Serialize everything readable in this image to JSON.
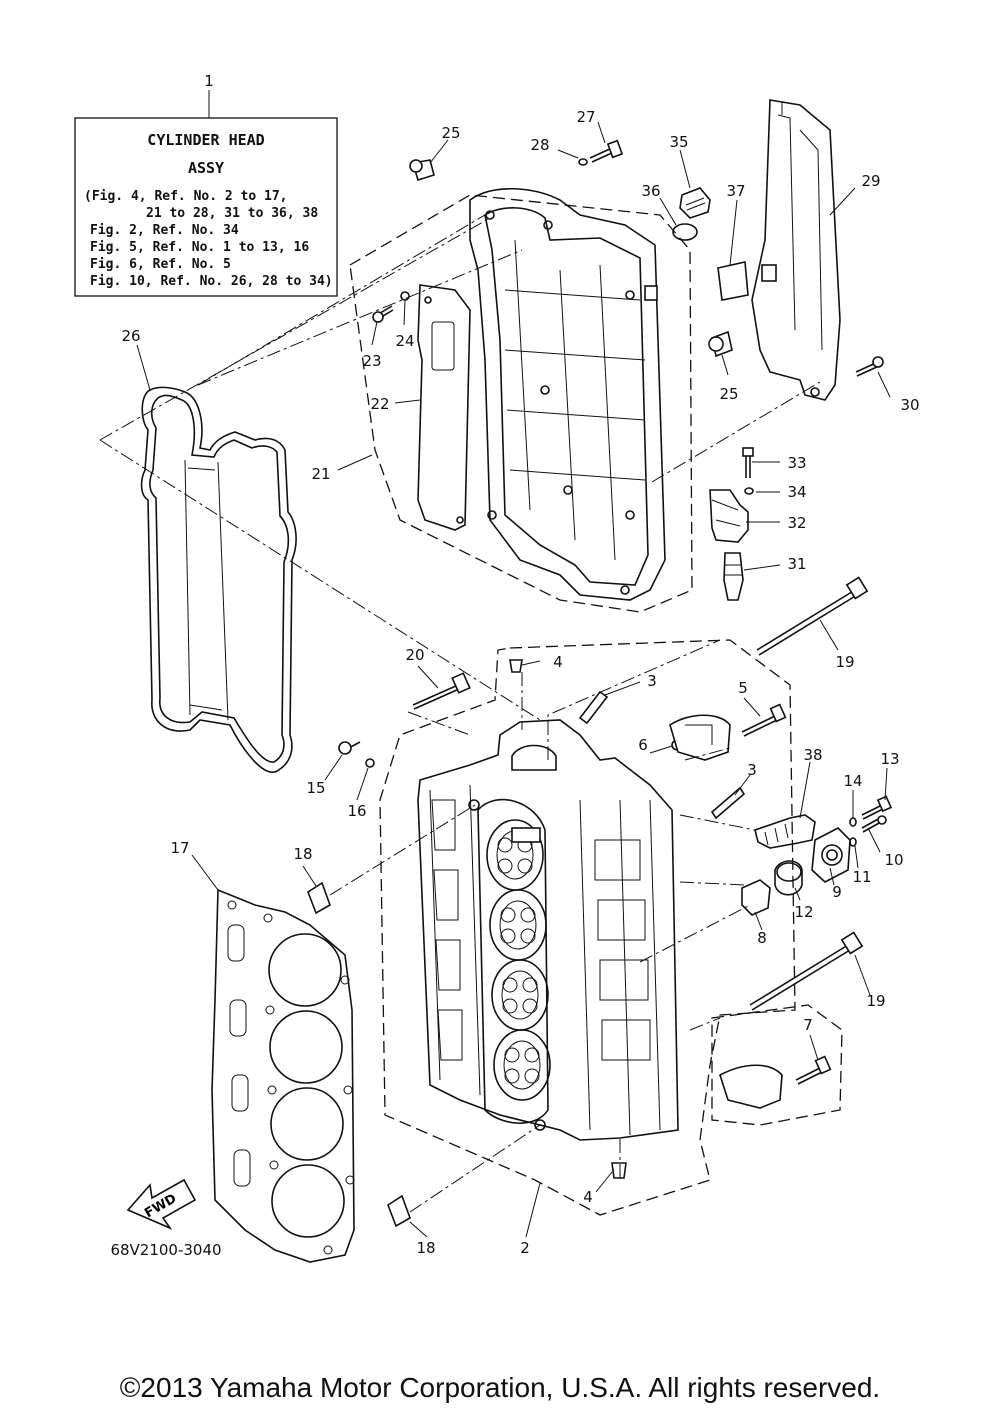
{
  "assy_box": {
    "number": "1",
    "title_line1": "CYLINDER HEAD",
    "title_line2": "ASSY",
    "lines": [
      "(Fig. 4, Ref. No. 2 to 17,",
      "21 to 28, 31 to 36, 38",
      "Fig. 2, Ref. No. 34",
      "Fig. 5, Ref. No. 1 to 13, 16",
      "Fig. 6, Ref. No. 5",
      "Fig. 10, Ref. No. 26, 28 to 34)"
    ]
  },
  "callouts": [
    {
      "id": "c27",
      "label": "27"
    },
    {
      "id": "c28",
      "label": "28"
    },
    {
      "id": "c25a",
      "label": "25"
    },
    {
      "id": "c35",
      "label": "35"
    },
    {
      "id": "c36",
      "label": "36"
    },
    {
      "id": "c37",
      "label": "37"
    },
    {
      "id": "c29",
      "label": "29"
    },
    {
      "id": "c26",
      "label": "26"
    },
    {
      "id": "c24",
      "label": "24"
    },
    {
      "id": "c23",
      "label": "23"
    },
    {
      "id": "c22",
      "label": "22"
    },
    {
      "id": "c21",
      "label": "21"
    },
    {
      "id": "c25b",
      "label": "25"
    },
    {
      "id": "c30",
      "label": "30"
    },
    {
      "id": "c33",
      "label": "33"
    },
    {
      "id": "c34",
      "label": "34"
    },
    {
      "id": "c32",
      "label": "32"
    },
    {
      "id": "c31",
      "label": "31"
    },
    {
      "id": "c19a",
      "label": "19"
    },
    {
      "id": "c20",
      "label": "20"
    },
    {
      "id": "c4a",
      "label": "4"
    },
    {
      "id": "c3a",
      "label": "3"
    },
    {
      "id": "c5",
      "label": "5"
    },
    {
      "id": "c6",
      "label": "6"
    },
    {
      "id": "c3b",
      "label": "3"
    },
    {
      "id": "c38",
      "label": "38"
    },
    {
      "id": "c14",
      "label": "14"
    },
    {
      "id": "c13",
      "label": "13"
    },
    {
      "id": "c15",
      "label": "15"
    },
    {
      "id": "c16",
      "label": "16"
    },
    {
      "id": "c17",
      "label": "17"
    },
    {
      "id": "c18a",
      "label": "18"
    },
    {
      "id": "c10",
      "label": "10"
    },
    {
      "id": "c11",
      "label": "11"
    },
    {
      "id": "c9",
      "label": "9"
    },
    {
      "id": "c12",
      "label": "12"
    },
    {
      "id": "c8",
      "label": "8"
    },
    {
      "id": "c19b",
      "label": "19"
    },
    {
      "id": "c7",
      "label": "7"
    },
    {
      "id": "c4b",
      "label": "4"
    },
    {
      "id": "c18b",
      "label": "18"
    },
    {
      "id": "c2",
      "label": "2"
    }
  ],
  "fwd_label": "FWD",
  "diagram_code": "68V2100-3040",
  "copyright": "©2013 Yamaha Motor Corporation, U.S.A. All rights reserved."
}
